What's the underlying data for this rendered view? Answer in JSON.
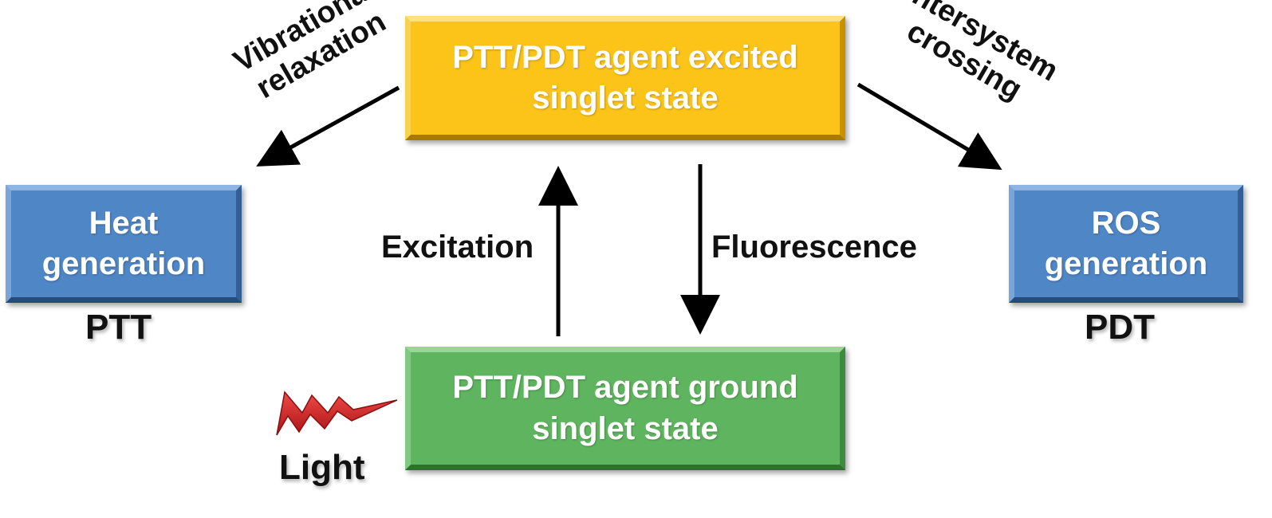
{
  "boxes": {
    "excited": {
      "line1": "PTT/PDT agent excited",
      "line2": "singlet state",
      "color": "#fcc419"
    },
    "ground": {
      "line1": "PTT/PDT agent ground",
      "line2": "singlet state",
      "color": "#5fb55f"
    },
    "heat": {
      "line1": "Heat",
      "line2": "generation",
      "color": "#4f86c6"
    },
    "ros": {
      "line1": "ROS",
      "line2": "generation",
      "color": "#4f86c6"
    }
  },
  "labels": {
    "excitation": "Excitation",
    "fluorescence": "Fluorescence",
    "vibrational_line1": "Vibrational",
    "vibrational_line2": "relaxation",
    "intersystem_line1": "Intersystem",
    "intersystem_line2": "crossing",
    "ptt": "PTT",
    "pdt": "PDT",
    "light": "Light"
  },
  "icons": {
    "light": "lightning-bolt-icon"
  },
  "colors": {
    "arrow": "#000000",
    "text_dark": "#111111",
    "bolt": "#d42a2a"
  }
}
